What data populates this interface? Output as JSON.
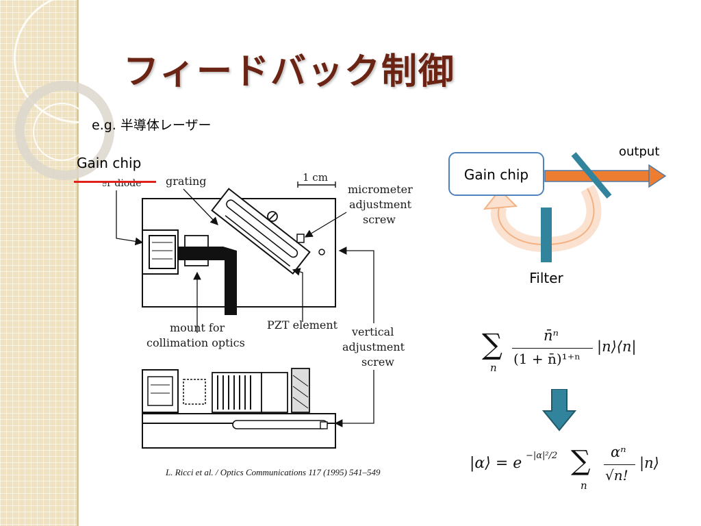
{
  "slide": {
    "title": "フィードバック制御",
    "subtitle": "e.g. 半導体レーザー",
    "gain_chip_label": "Gain chip",
    "citation": "L. Ricci et al. / Optics Communications 117 (1995) 541–549"
  },
  "figure": {
    "laser_diode": "laser diode",
    "grating": "grating",
    "scale": "1 cm",
    "micrometer_line1": "micrometer",
    "micrometer_line2": "adjustment",
    "micrometer_line3": "screw",
    "mount_line1": "mount for",
    "mount_line2": "collimation optics",
    "pzt": "PZT element",
    "vertical_line1": "vertical",
    "vertical_line2": "adjustment",
    "vertical_line3": "screw"
  },
  "schematic": {
    "gain_chip": "Gain chip",
    "output": "output",
    "filter": "Filter"
  },
  "equations": {
    "sum_symbol": "∑",
    "index": "n",
    "numerator": "n̄ⁿ",
    "denominator": "(1 + n̄)¹⁺ⁿ",
    "projector": "|n⟩⟨n|",
    "coherent_lhs": "|α⟩ = e",
    "coherent_exp": "−|α|²/2",
    "coherent_num": "αⁿ",
    "coherent_den": "√n!",
    "coherent_ket": "|n⟩"
  }
}
